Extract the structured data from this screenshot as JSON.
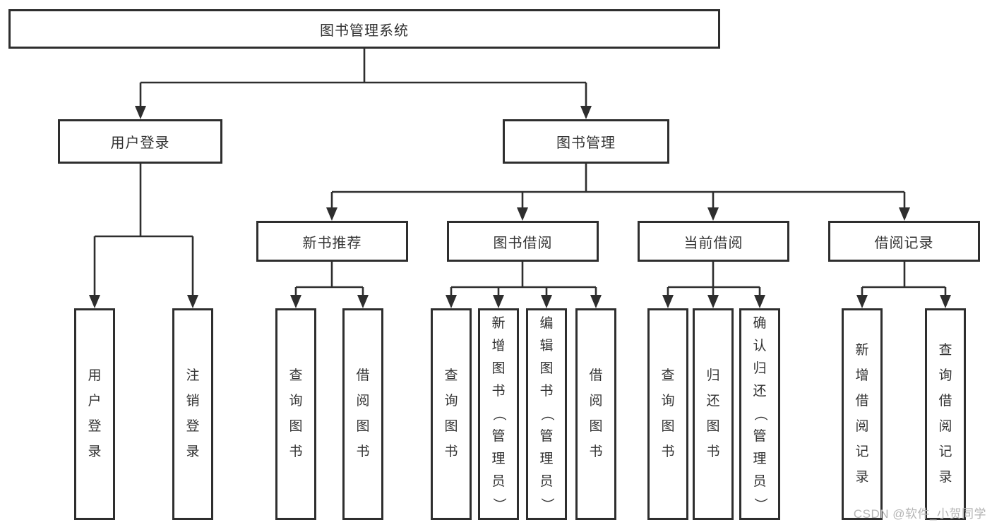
{
  "diagram": {
    "root": {
      "label": "图书管理系统",
      "children": [
        {
          "label": "用户登录",
          "children": [
            {
              "label": "用户登录"
            },
            {
              "label": "注销登录"
            }
          ]
        },
        {
          "label": "图书管理",
          "children": [
            {
              "label": "新书推荐",
              "children": [
                {
                  "label": "查询图书"
                },
                {
                  "label": "借阅图书"
                }
              ]
            },
            {
              "label": "图书借阅",
              "children": [
                {
                  "label": "查询图书"
                },
                {
                  "label": "新增图书（管理员）"
                },
                {
                  "label": "编辑图书（管理员）"
                },
                {
                  "label": "借阅图书"
                }
              ]
            },
            {
              "label": "当前借阅",
              "children": [
                {
                  "label": "查询图书"
                },
                {
                  "label": "归还图书"
                },
                {
                  "label": "确认归还（管理员）"
                }
              ]
            },
            {
              "label": "借阅记录",
              "children": [
                {
                  "label": "新增借阅记录"
                },
                {
                  "label": "查询借阅记录"
                }
              ]
            }
          ]
        }
      ]
    }
  },
  "watermark": {
    "text": "CSDN @软件_小贺同学"
  },
  "colors": {
    "line": "#2e2e2e",
    "box_border": "#2e2e2e",
    "text": "#333333",
    "watermark": "#b5b5b5",
    "background": "#ffffff"
  }
}
